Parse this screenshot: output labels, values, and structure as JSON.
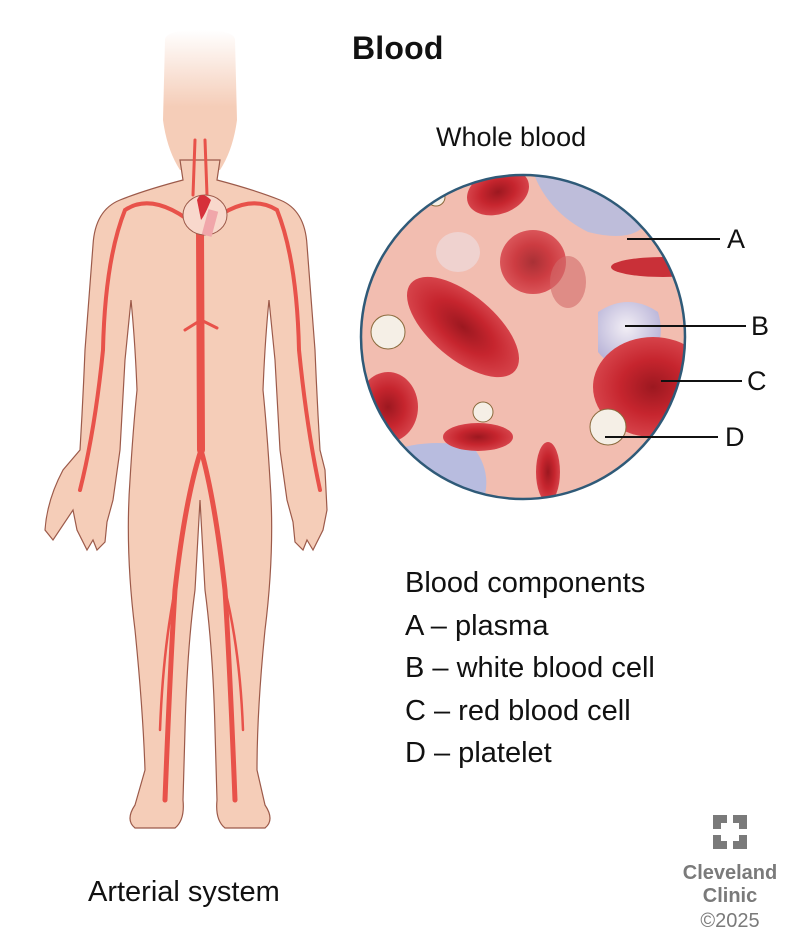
{
  "title": "Blood",
  "left_figure": {
    "caption": "Arterial system",
    "skin_color": "#f5cdb8",
    "artery_color": "#e8524a"
  },
  "right_figure": {
    "title": "Whole blood",
    "plasma_color": "#f2bdb0",
    "border_color": "#2f5a78",
    "callouts": [
      {
        "letter": "A"
      },
      {
        "letter": "B"
      },
      {
        "letter": "C"
      },
      {
        "letter": "D"
      }
    ]
  },
  "legend": {
    "heading": "Blood components",
    "items": [
      {
        "label": "A – plasma"
      },
      {
        "label": "B – white blood cell"
      },
      {
        "label": "C – red blood cell"
      },
      {
        "label": "D – platelet"
      }
    ]
  },
  "logo": {
    "name_line1": "Cleveland",
    "name_line2": "Clinic",
    "copyright": "©2025",
    "color": "#7a7a7a"
  }
}
